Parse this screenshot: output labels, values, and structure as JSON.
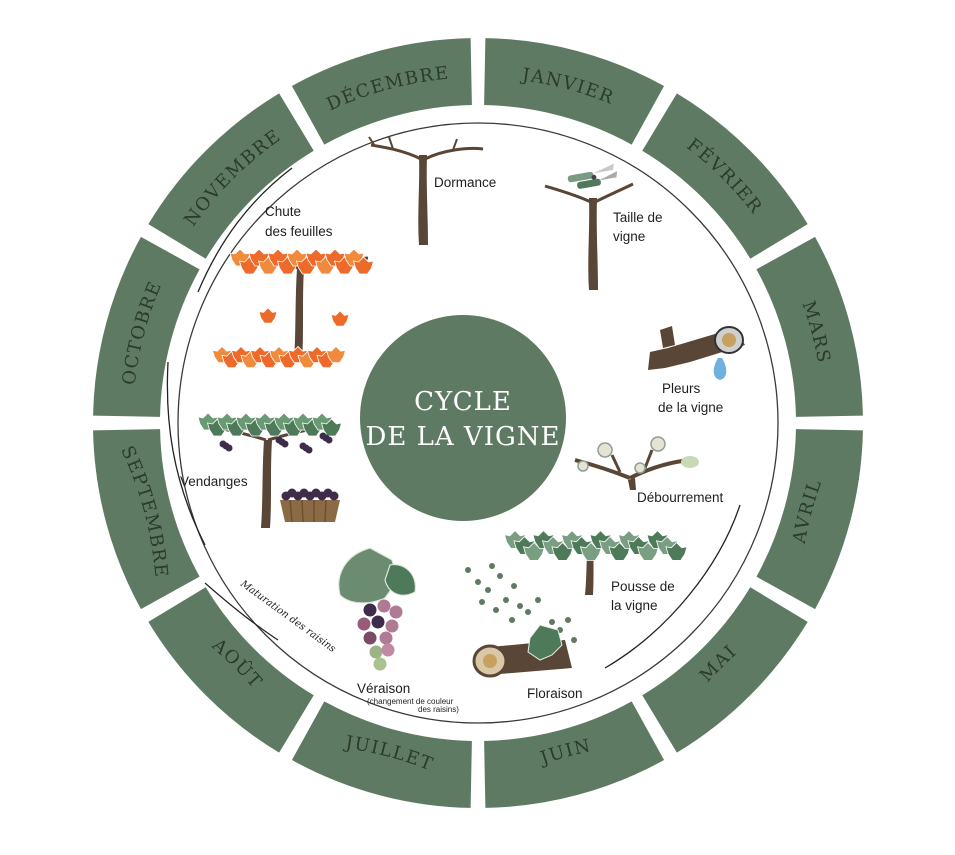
{
  "title_lines": [
    "CYCLE",
    "DE LA VIGNE"
  ],
  "months": [
    "Janvier",
    "Février",
    "Mars",
    "Avril",
    "Mai",
    "Juin",
    "Juillet",
    "Août",
    "Septembre",
    "Octobre",
    "Novembre",
    "Décembre"
  ],
  "stages": {
    "dormance": "Dormance",
    "taille": [
      "Taille de",
      "vigne"
    ],
    "pleurs": [
      "Pleurs",
      "de la vigne"
    ],
    "debourrement": "Débourrement",
    "pousse": [
      "Pousse de",
      "la vigne"
    ],
    "floraison": "Floraison",
    "veraison": "Véraison",
    "veraison_note": [
      "(changement de couleur",
      "des raisins)"
    ],
    "maturation": "Maturation des raisins",
    "vendanges": "Vendanges",
    "chute": [
      "Chute",
      "des feuilles"
    ]
  },
  "colors": {
    "ring": "#5f7a63",
    "center": "#5f7a63",
    "trunk": "#5a4636",
    "autumn_leaf": "#ee6a2a",
    "summer_leaf": "#4f7a5a",
    "grape_dark": "#3d2d4a",
    "grape_pink": "#b07a94",
    "water": "#6fb0df"
  }
}
